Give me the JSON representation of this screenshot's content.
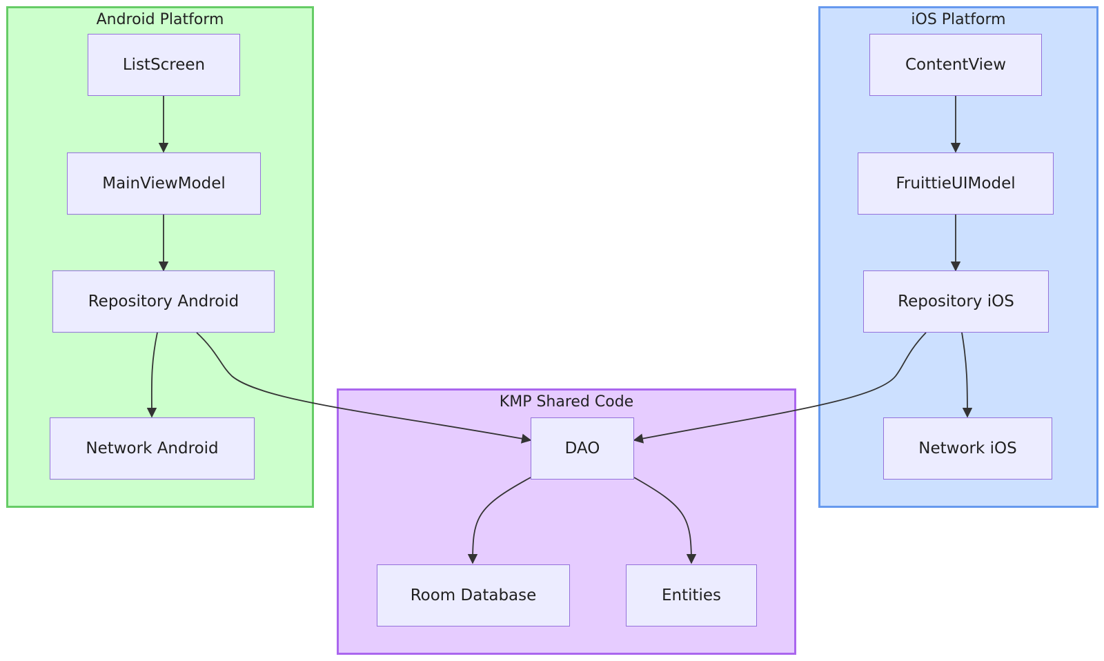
{
  "groups": {
    "android": {
      "title": "Android Platform",
      "fill": "#CCFFCC",
      "stroke": "#66CC66"
    },
    "ios": {
      "title": "iOS Platform",
      "fill": "#CCE0FF",
      "stroke": "#6699EE"
    },
    "shared": {
      "title": "KMP Shared Code",
      "fill": "#E6CCFF",
      "stroke": "#AA66EE"
    }
  },
  "nodes": {
    "list_screen": "ListScreen",
    "main_view_model": "MainViewModel",
    "repository_android": "Repository Android",
    "network_android": "Network Android",
    "content_view": "ContentView",
    "fruittie_ui_model": "FruittieUIModel",
    "repository_ios": "Repository iOS",
    "network_ios": "Network iOS",
    "dao": "DAO",
    "room_database": "Room Database",
    "entities": "Entities"
  },
  "edges": [
    {
      "from": "ListScreen",
      "to": "MainViewModel"
    },
    {
      "from": "MainViewModel",
      "to": "Repository Android"
    },
    {
      "from": "Repository Android",
      "to": "Network Android"
    },
    {
      "from": "Repository Android",
      "to": "DAO"
    },
    {
      "from": "ContentView",
      "to": "FruittieUIModel"
    },
    {
      "from": "FruittieUIModel",
      "to": "Repository iOS"
    },
    {
      "from": "Repository iOS",
      "to": "Network iOS"
    },
    {
      "from": "Repository iOS",
      "to": "DAO"
    },
    {
      "from": "DAO",
      "to": "Room Database"
    },
    {
      "from": "DAO",
      "to": "Entities"
    }
  ],
  "colors": {
    "node_fill": "#ECECFF",
    "node_stroke": "#9370DB",
    "edge": "#333333"
  }
}
